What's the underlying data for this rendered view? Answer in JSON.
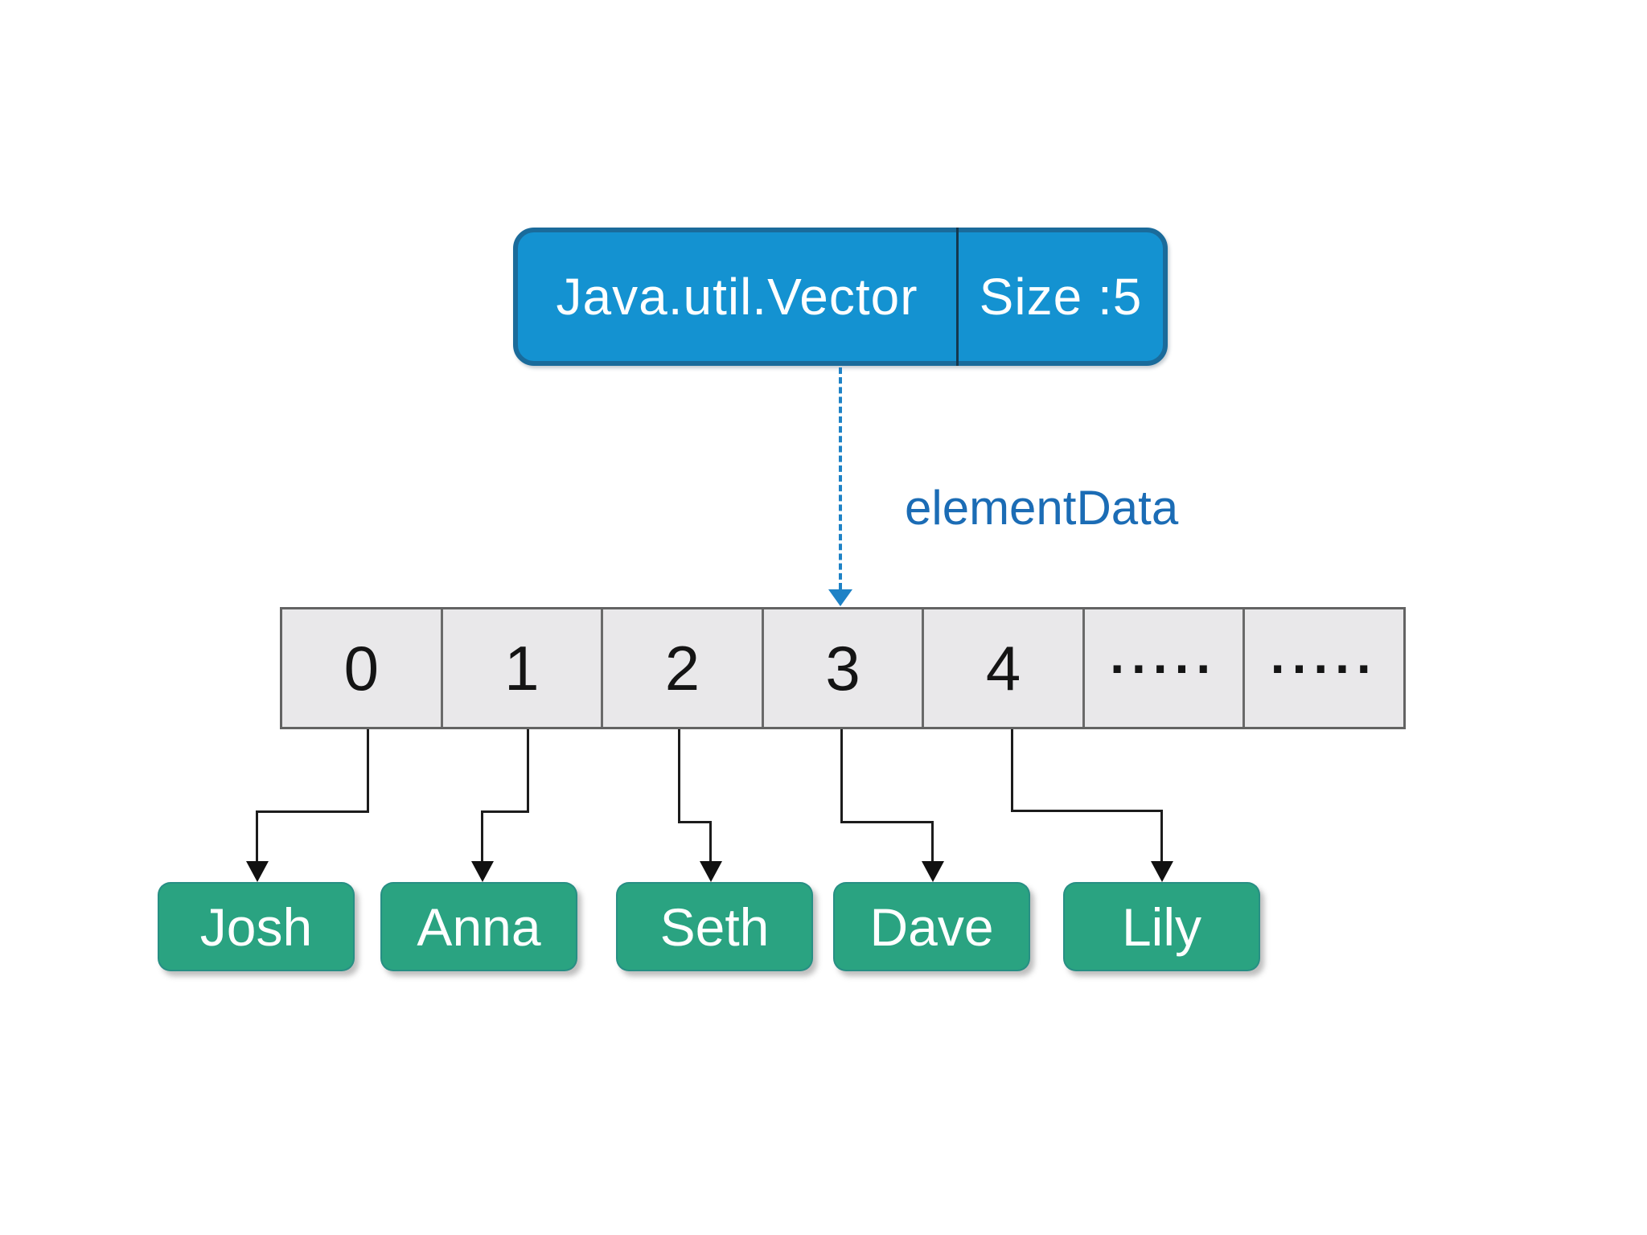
{
  "diagram": {
    "header": {
      "class_label": "Java.util.Vector",
      "size_label": "Size :5"
    },
    "pointer_label": "elementData",
    "array": {
      "cells": [
        "0",
        "1",
        "2",
        "3",
        "4",
        ".....",
        "....."
      ]
    },
    "elements": [
      "Josh",
      "Anna",
      "Seth",
      "Dave",
      "Lily"
    ]
  },
  "colors": {
    "header_fill": "#1492d1",
    "header_border": "#1a6b9b",
    "header_divider": "#14384f",
    "pointer_blue": "#1e82c6",
    "label_blue": "#1b6cb5",
    "cell_fill": "#e9e8ea",
    "cell_border": "#6a6a6a",
    "connector_black": "#1c1c1c",
    "element_fill": "#2aa381",
    "text_white": "#ffffff"
  }
}
